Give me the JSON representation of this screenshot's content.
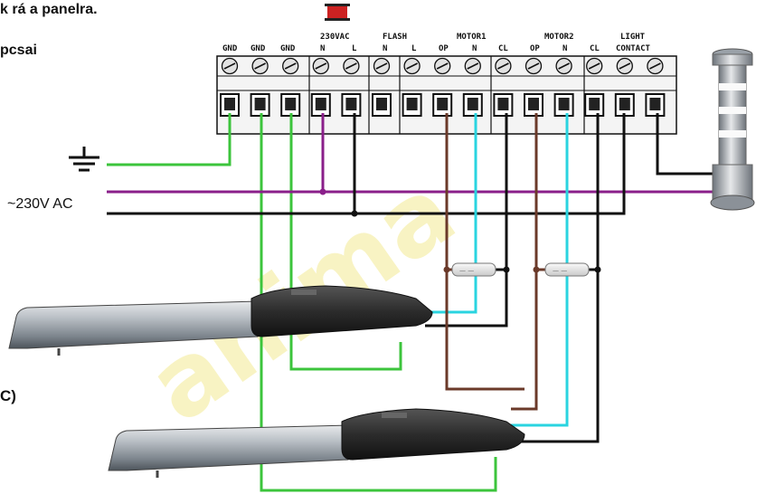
{
  "text": {
    "line1": "k rá a panelra.",
    "line2": "pcsai",
    "voltage": "~230V AC",
    "part_c": "C)"
  },
  "terminals": {
    "groups": [
      {
        "title": "",
        "pins": [
          "GND",
          "GND",
          "GND"
        ]
      },
      {
        "title": "230VAC",
        "pins": [
          "N",
          "L"
        ]
      },
      {
        "title": "FLASH",
        "pins": [
          "N",
          "L"
        ]
      },
      {
        "title": "MOTOR1",
        "pins": [
          "OP",
          "N",
          "CL"
        ]
      },
      {
        "title": "MOTOR2",
        "pins": [
          "OP",
          "N",
          "CL"
        ]
      },
      {
        "title": "LIGHT CONTACT",
        "pins": []
      }
    ]
  },
  "wire_colors": {
    "earth": "#3cc43c",
    "live": "#8a1f8a",
    "neutral": "#111111",
    "motor_open": "#6b3a2a",
    "motor_neutral": "#2ad4e0",
    "motor_close": "#111111"
  },
  "icons": {
    "earth": "ground-symbol-icon",
    "fuse": "indicator-icon",
    "lamp": "garden-lamp",
    "capacitor": "capacitor",
    "motor": "linear-actuator"
  }
}
